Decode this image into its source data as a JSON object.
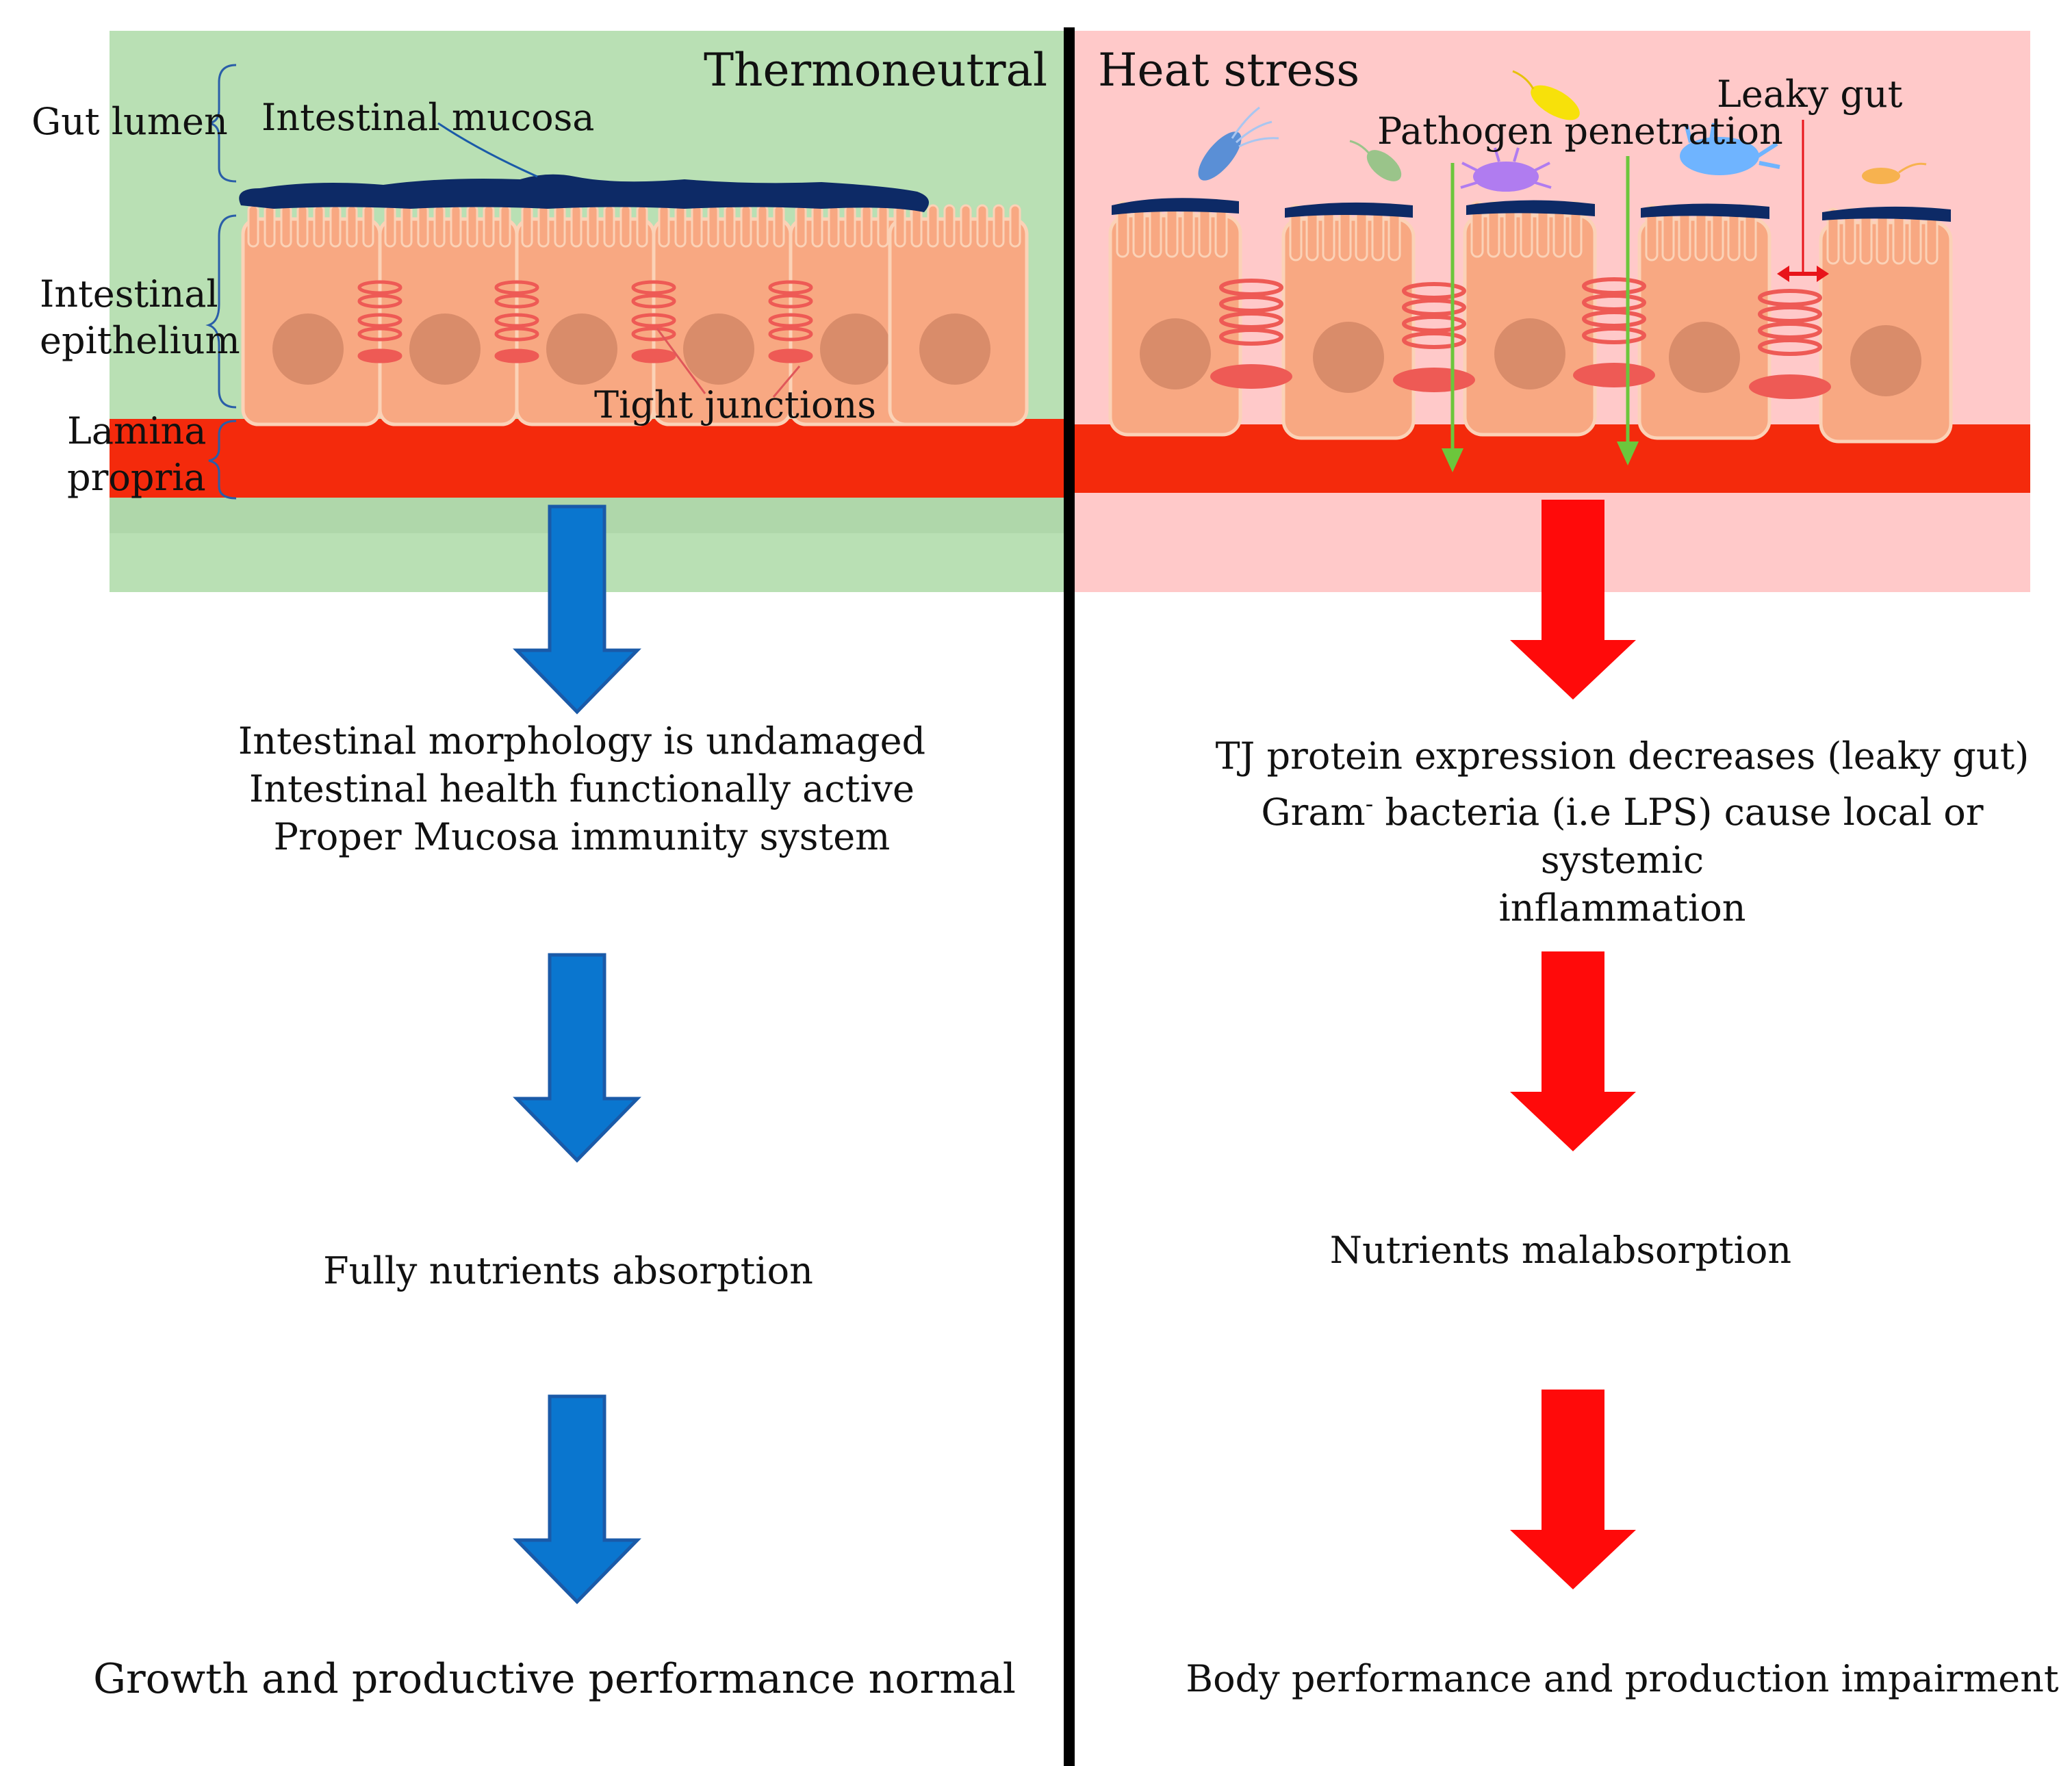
{
  "panels": {
    "left": {
      "title": "Thermoneutral"
    },
    "right": {
      "title": "Heat stress"
    }
  },
  "anatomy": {
    "gut_lumen": "Gut lumen",
    "intestinal_mucosa": "Intestinal mucosa",
    "intestinal_epithelium": [
      "Intestinal",
      "epithelium"
    ],
    "lamina_propria": [
      "Lamina",
      "propria"
    ],
    "tight_junctions": "Tight junctions",
    "pathogen_penetration": "Pathogen penetration",
    "leaky_gut": "Leaky gut"
  },
  "left_outcomes": {
    "step1": [
      "Intestinal morphology is undamaged",
      "Intestinal health functionally active",
      "Proper Mucosa immunity system"
    ],
    "step2": "Fully nutrients absorption",
    "step3": "Growth and productive performance normal"
  },
  "right_outcomes": {
    "step1_line1": "TJ protein expression decreases (leaky gut)",
    "step1_line2_prefix": "Gram",
    "step1_line2_sup": "-",
    "step1_line2_rest": " bacteria (i.e LPS) cause local or systemic",
    "step1_line3": "inflammation",
    "step2": "Nutrients malabsorption",
    "step3": "Body performance and production impairment"
  },
  "colors": {
    "left_bg": "#b9e0b4",
    "right_bg": "#ffc9c9",
    "lamina": "#f42a0c",
    "cell": "#f8a882",
    "nucleus": "#d98c6a",
    "mucus": "#0d2a66",
    "blue_arrow": "#0a76cf",
    "red_arrow": "#ff0a0a",
    "pathogen_arrow": "#6cc63c",
    "divider": "#000000"
  }
}
